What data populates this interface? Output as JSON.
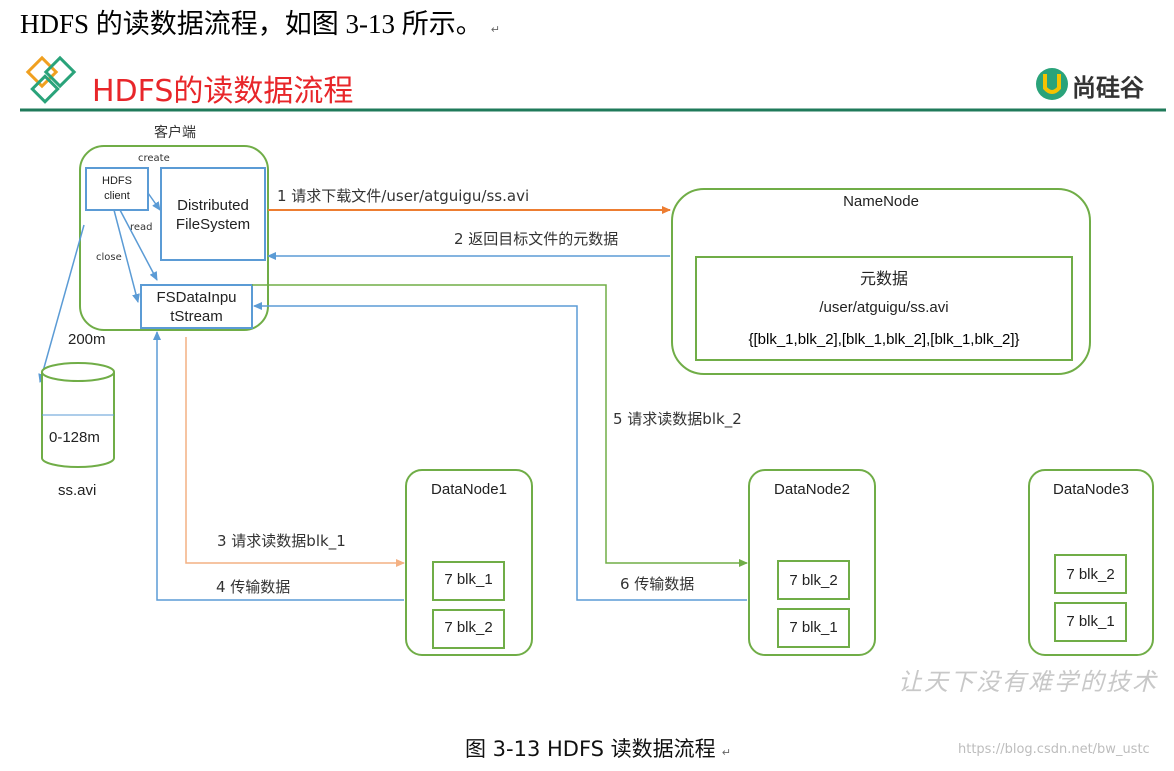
{
  "intro_text": "HDFS 的读数据流程，如图 3-13 所示。",
  "paragraph_mark": "↵",
  "slide_title": "HDFS的读数据流程",
  "brand_text": "尚硅谷",
  "client": {
    "label": "客户端",
    "hdfs_client": [
      "HDFS",
      "client"
    ],
    "dfs": [
      "Distributed",
      "FileSystem"
    ],
    "fsdis": [
      "FSDataInpu",
      "tStream"
    ],
    "create": "create",
    "read": "read",
    "close": "close"
  },
  "file": {
    "size_label": "200m",
    "segment": "0-128m",
    "name": "ss.avi"
  },
  "namenode": {
    "title": "NameNode",
    "meta_title": "元数据",
    "meta_path": "/user/atguigu/ss.avi",
    "meta_blocks": "{[blk_1,blk_2],[blk_1,blk_2],[blk_1,blk_2]}"
  },
  "steps": {
    "s1": "1 请求下载文件/user/atguigu/ss.avi",
    "s2": "2 返回目标文件的元数据",
    "s3": "3 请求读数据blk_1",
    "s4": "4 传输数据",
    "s5": "5 请求读数据blk_2",
    "s6": "6 传输数据"
  },
  "datanodes": [
    {
      "name": "DataNode1",
      "blocks": [
        "7 blk_1",
        "7 blk_2"
      ]
    },
    {
      "name": "DataNode2",
      "blocks": [
        "7 blk_2",
        "7 blk_1"
      ]
    },
    {
      "name": "DataNode3",
      "blocks": [
        "7 blk_2",
        "7 blk_1"
      ]
    }
  ],
  "slogan": "让天下没有难学的技术",
  "caption": "图 3-13    HDFS 读数据流程",
  "watermark": "https://blog.csdn.net/bw_ustc",
  "colors": {
    "title_red": "#e8262a",
    "green": "#70ad47",
    "blue": "#5b9bd5",
    "orange": "#ed7d31",
    "peach": "#f4b183",
    "header_line": "#1f7a5a",
    "logo_teal": "#2aa37a"
  }
}
